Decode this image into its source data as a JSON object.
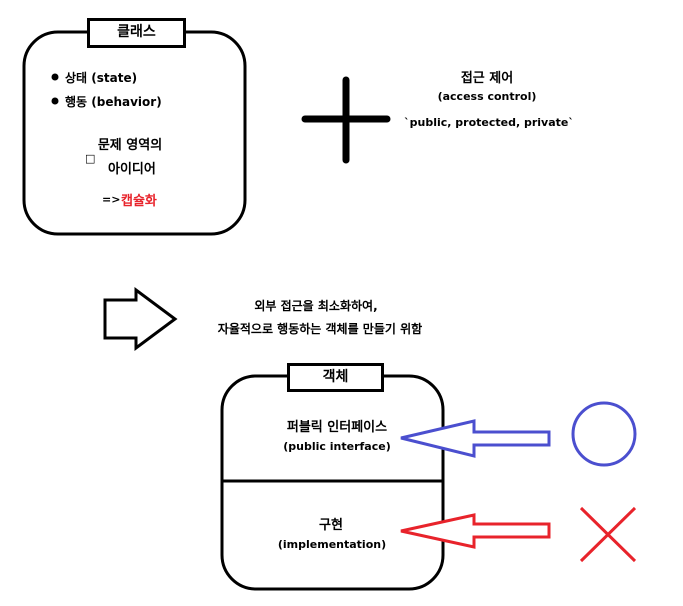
{
  "class_box": {
    "title": "클래스",
    "bullets": [
      "상태 (state)",
      "행동 (behavior)"
    ],
    "domain_line1": "문제 영역의",
    "domain_line2": "아이디어",
    "checkbox_glyph": "□",
    "encapsulation_prefix": "=>",
    "encapsulation_word": "캡슐화"
  },
  "access": {
    "title": "접근 제어",
    "subtitle": "(access control)",
    "modifiers": "`public, protected, private`"
  },
  "purpose": {
    "line1": "외부 접근을 최소화하여,",
    "line2": "자율적으로 행동하는 객체를 만들기 위함"
  },
  "object_box": {
    "title": "객체",
    "public_label": "퍼블릭 인터페이스",
    "public_sub": "(public interface)",
    "impl_label": "구현",
    "impl_sub": "(implementation)"
  },
  "colors": {
    "accent_red": "#e8232b",
    "blue": "#4b4fcf",
    "red": "#e8232b",
    "ink": "#000000"
  },
  "symbols": {
    "public_mark": "circle-o",
    "impl_mark": "cross-x"
  }
}
